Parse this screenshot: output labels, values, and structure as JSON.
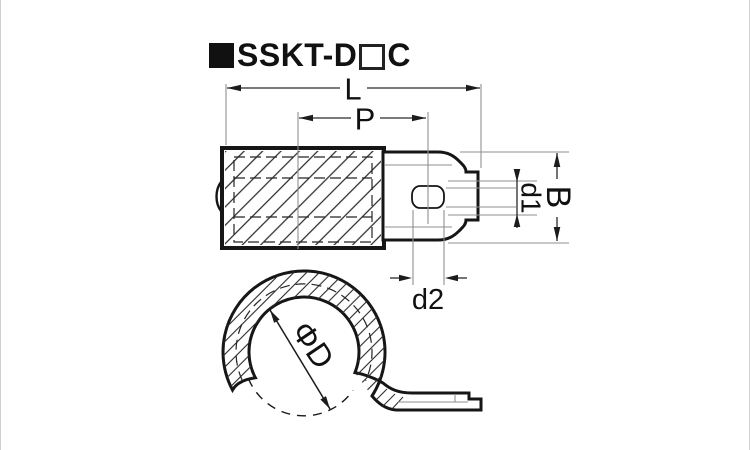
{
  "title": {
    "model_prefix": "SSKT-D",
    "model_suffix": "C"
  },
  "top_view": {
    "dim_length": "L",
    "dim_pitch": "P",
    "dim_hole_height": "d1",
    "dim_width": "B",
    "dim_hole_width": "d2"
  },
  "bottom_view": {
    "dim_diameter": "ΦD"
  },
  "colors": {
    "outline": "#1a1a1a",
    "thin_line": "#8f8f8f",
    "dimension_line": "#2a2a2a",
    "background": "#ffffff"
  }
}
